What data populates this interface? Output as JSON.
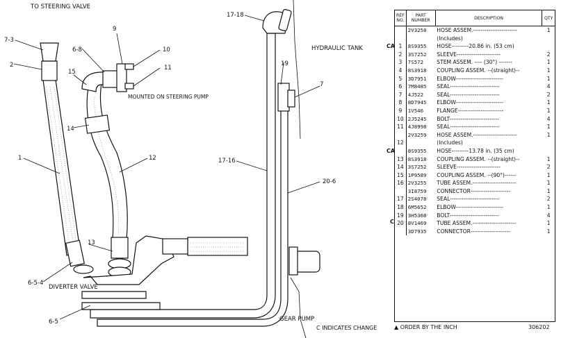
{
  "diagram": {
    "labels": {
      "to_steering_valve": "TO STEERING VALVE",
      "hydraulic_tank": "HYDRAULIC TANK",
      "mounted_on_steering_pump": "MOUNTED ON STEERING PUMP",
      "diverter_valve": "DIVERTER VALVE",
      "gear_pump": "GEAR PUMP"
    },
    "callouts": {
      "c7_3": "7-3",
      "c2": "2",
      "c6_8": "6-8",
      "c9": "9",
      "c10": "10",
      "c11": "11",
      "c15": "15",
      "c14": "14",
      "c1": "1",
      "c12": "12",
      "c13": "13",
      "c6_5_4": "6-5-4",
      "c6_5": "6-5",
      "c17_18": "17-18",
      "c19": "19",
      "c7": "7",
      "c17_16": "17-16",
      "c20_6": "20-6"
    }
  },
  "table": {
    "headers": {
      "ref": "REF NO.",
      "part": "PART NUMBER",
      "desc": "DESCRIPTION",
      "qty": "QTY"
    },
    "rows": [
      {
        "ref": "",
        "part": "2V3258",
        "desc": "HOSE ASSEM.-----------------------",
        "qty": "1"
      },
      {
        "ref": "",
        "part": "",
        "desc": "(Includes)",
        "qty": ""
      },
      {
        "ref": "1",
        "part": "8S9355",
        "desc": "HOSE---------20.86 in. (53 cm)",
        "qty": ""
      },
      {
        "ref": "2",
        "part": "3S7252",
        "desc": "SLEEVE-----------------------",
        "qty": "2"
      },
      {
        "ref": "3",
        "part": "7S572",
        "desc": "STEM ASSEM. ---- (30°) -------",
        "qty": "1"
      },
      {
        "ref": "4",
        "part": "8S3918",
        "desc": "COUPLING ASSEM. --(straight)--",
        "qty": "1"
      },
      {
        "ref": "5",
        "part": "3D7951",
        "desc": "ELBOW-------------------------",
        "qty": "1"
      },
      {
        "ref": "6",
        "part": "7M8485",
        "desc": "SEAL--------------------------",
        "qty": "4"
      },
      {
        "ref": "7",
        "part": "4J522",
        "desc": "SEAL--------------------------",
        "qty": "2"
      },
      {
        "ref": "8",
        "part": "8D7945",
        "desc": "ELBOW-------------------------",
        "qty": "1"
      },
      {
        "ref": "9",
        "part": "1V546",
        "desc": "FLANGE------------------------",
        "qty": "1"
      },
      {
        "ref": "10",
        "part": "2J5245",
        "desc": "BOLT--------------------------",
        "qty": "4"
      },
      {
        "ref": "11",
        "part": "4J8998",
        "desc": "SEAL--------------------------",
        "qty": "1"
      },
      {
        "ref": "",
        "part": "2V3259",
        "desc": "HOSE ASSEM.-----------------------",
        "qty": "1"
      },
      {
        "ref": "12",
        "part": "",
        "desc": "(Includes)",
        "qty": ""
      },
      {
        "ref": "",
        "part": "8S9355",
        "desc": "HOSE---------13.78 in. (35 cm)",
        "qty": ""
      },
      {
        "ref": "13",
        "part": "8S3918",
        "desc": "COUPLING ASSEM. --(straight)--",
        "qty": "1"
      },
      {
        "ref": "14",
        "part": "3S7252",
        "desc": "SLEEVE-----------------------",
        "qty": "2"
      },
      {
        "ref": "15",
        "part": "1P9589",
        "desc": "COUPLING ASSEM. --(90°)------",
        "qty": "1"
      },
      {
        "ref": "16",
        "part": "2V3255",
        "desc": "TUBE ASSEM.-----------------------",
        "qty": "1"
      },
      {
        "ref": "",
        "part": "3I8759",
        "desc": "CONNECTOR---------------------",
        "qty": "1"
      },
      {
        "ref": "17",
        "part": "2S4078",
        "desc": "SEAL--------------------------",
        "qty": "2"
      },
      {
        "ref": "18",
        "part": "6M5652",
        "desc": "ELBOW-------------------------",
        "qty": "1"
      },
      {
        "ref": "19",
        "part": "3H5368",
        "desc": "BOLT--------------------------",
        "qty": "4"
      },
      {
        "ref": "20",
        "part": "8V1469",
        "desc": "TUBE ASSEM.-----------------------",
        "qty": "1"
      },
      {
        "ref": "",
        "part": "3D7935",
        "desc": "CONNECTOR---------------------",
        "qty": "1"
      }
    ],
    "side_marks": [
      "CA",
      "CA",
      "C"
    ],
    "order_note": "▲ ORDER BY THE INCH",
    "figure_number": "306202",
    "change_note": "C INDICATES CHANGE"
  }
}
